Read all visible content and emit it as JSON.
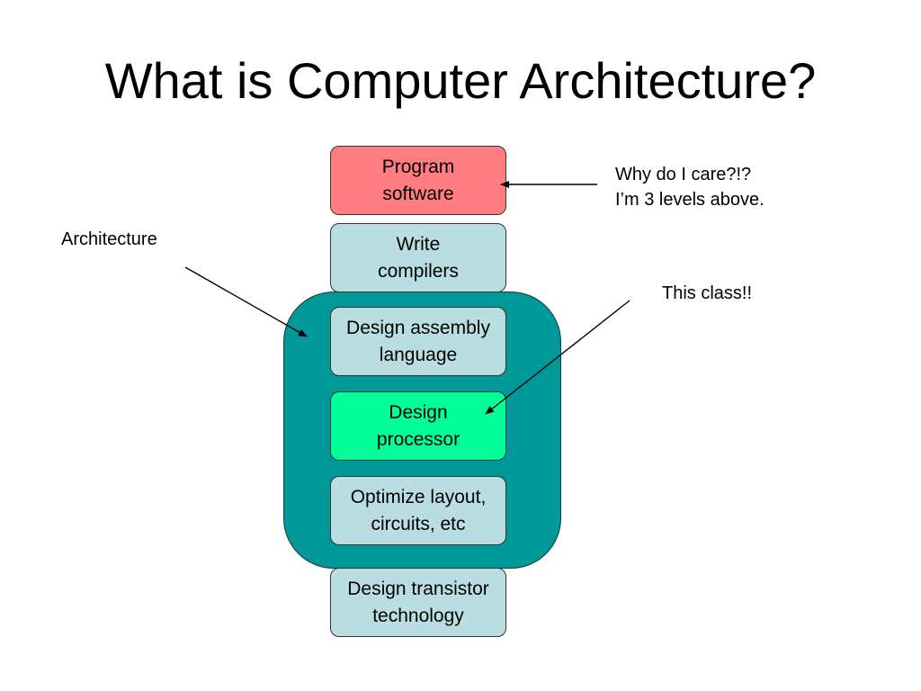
{
  "title": "What is Computer Architecture?",
  "stack": {
    "program": "Program\nsoftware",
    "compilers": "Write\ncompilers",
    "assembly": "Design assembly\nlanguage",
    "processor": "Design\nprocessor",
    "layout": "Optimize layout,\ncircuits, etc",
    "transistor": "Design transistor\ntechnology"
  },
  "annotations": {
    "architecture": "Architecture",
    "care": "Why do I care?!?\nI’m 3 levels above.",
    "this_class": "This class!!"
  },
  "colors": {
    "program_fill": "#ff7c80",
    "default_fill": "#b9dde1",
    "processor_fill": "#00ff99",
    "architecture_region": "#009999"
  }
}
